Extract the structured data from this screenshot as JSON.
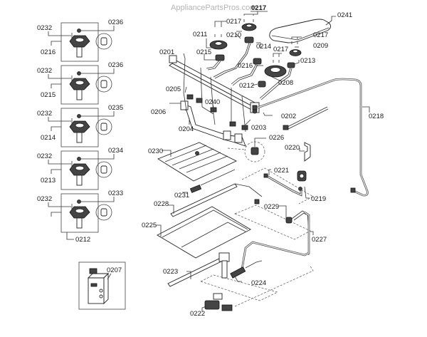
{
  "watermark": "AppliancePartsPros.com",
  "header_label": "0217",
  "insets": [
    {
      "valve": "0216",
      "screw": "0232",
      "jet": "0236"
    },
    {
      "valve": "0215",
      "screw": "0232",
      "jet": "0236"
    },
    {
      "valve": "0214",
      "screw": "0232",
      "jet": "0235"
    },
    {
      "valve": "0213",
      "screw": "0232",
      "jet": "0234"
    },
    {
      "valve": "0212",
      "screw": "0232",
      "jet": "0233"
    }
  ],
  "inset_module": "0207",
  "labels": {
    "l0241": "0241",
    "l0217a": "0217",
    "l0217b": "0217",
    "l0217c": "0217",
    "l0211": "0211",
    "l0210": "0210",
    "l0209": "0209",
    "l0214": "0214",
    "l0215": "0215",
    "l0213": "0213",
    "l0216": "0216",
    "l0208": "0208",
    "l0212": "0212",
    "l0201": "0201",
    "l0205": "0205",
    "l0240": "0240",
    "l0206": "0206",
    "l0204": "0204",
    "l0203": "0203",
    "l0202": "0202",
    "l0218": "0218",
    "l0226": "0226",
    "l0220": "0220",
    "l0230": "0230",
    "l0221": "0221",
    "l0219": "0219",
    "l0231": "0231",
    "l0228": "0228",
    "l0229": "0229",
    "l0225": "0225",
    "l0227": "0227",
    "l0223": "0223",
    "l0224": "0224",
    "l0222": "0222"
  }
}
